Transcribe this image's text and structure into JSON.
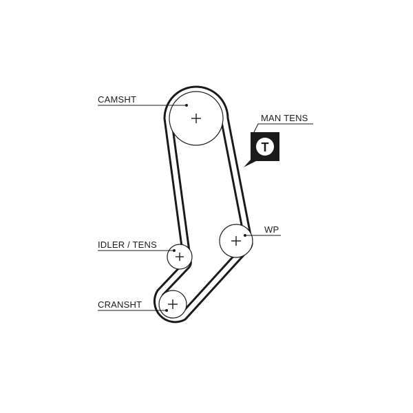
{
  "labels": {
    "camshaft": "CAMSHT",
    "manual_tensioner": "MAN TENS",
    "water_pump": "WP",
    "idler_tensioner": "IDLER / TENS",
    "crankshaft": "CRANSHT"
  },
  "tensioner_symbol": "T",
  "colors": {
    "line": "#1a1a1a",
    "background": "#ffffff"
  }
}
